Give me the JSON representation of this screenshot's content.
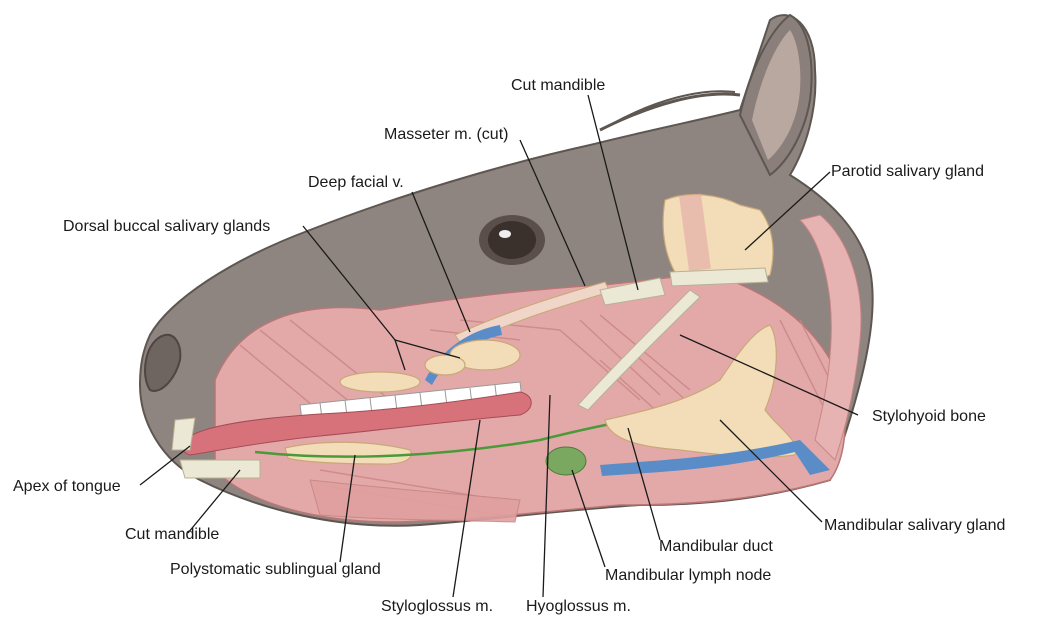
{
  "labels": {
    "cut_mandible_top": "Cut mandible",
    "masseter": "Masseter m. (cut)",
    "deep_facial_vein": "Deep facial v.",
    "dorsal_buccal": "Dorsal buccal salivary glands",
    "parotid": "Parotid salivary gland",
    "stylohyoid": "Stylohyoid bone",
    "apex_tongue": "Apex of tongue",
    "cut_mandible_bottom": "Cut mandible",
    "sublingual": "Polystomatic sublingual gland",
    "styloglossus": "Styloglossus m.",
    "hyoglossus": "Hyoglossus m.",
    "mandibular_lymph": "Mandibular lymph node",
    "mandibular_duct": "Mandibular duct",
    "mandibular_gland": "Mandibular salivary gland"
  },
  "colors": {
    "skin": "#8f8580",
    "skin_dark": "#6e6460",
    "muscle": "#e3a9a8",
    "muscle_dark": "#c98585",
    "gland": "#f3dcb8",
    "gland_edge": "#c9a878",
    "vein": "#5a8cc8",
    "duct": "#4a9a3a",
    "lymph": "#7aa860",
    "tongue": "#d8727a",
    "bone": "#ece8d6",
    "teeth": "#ffffff"
  }
}
